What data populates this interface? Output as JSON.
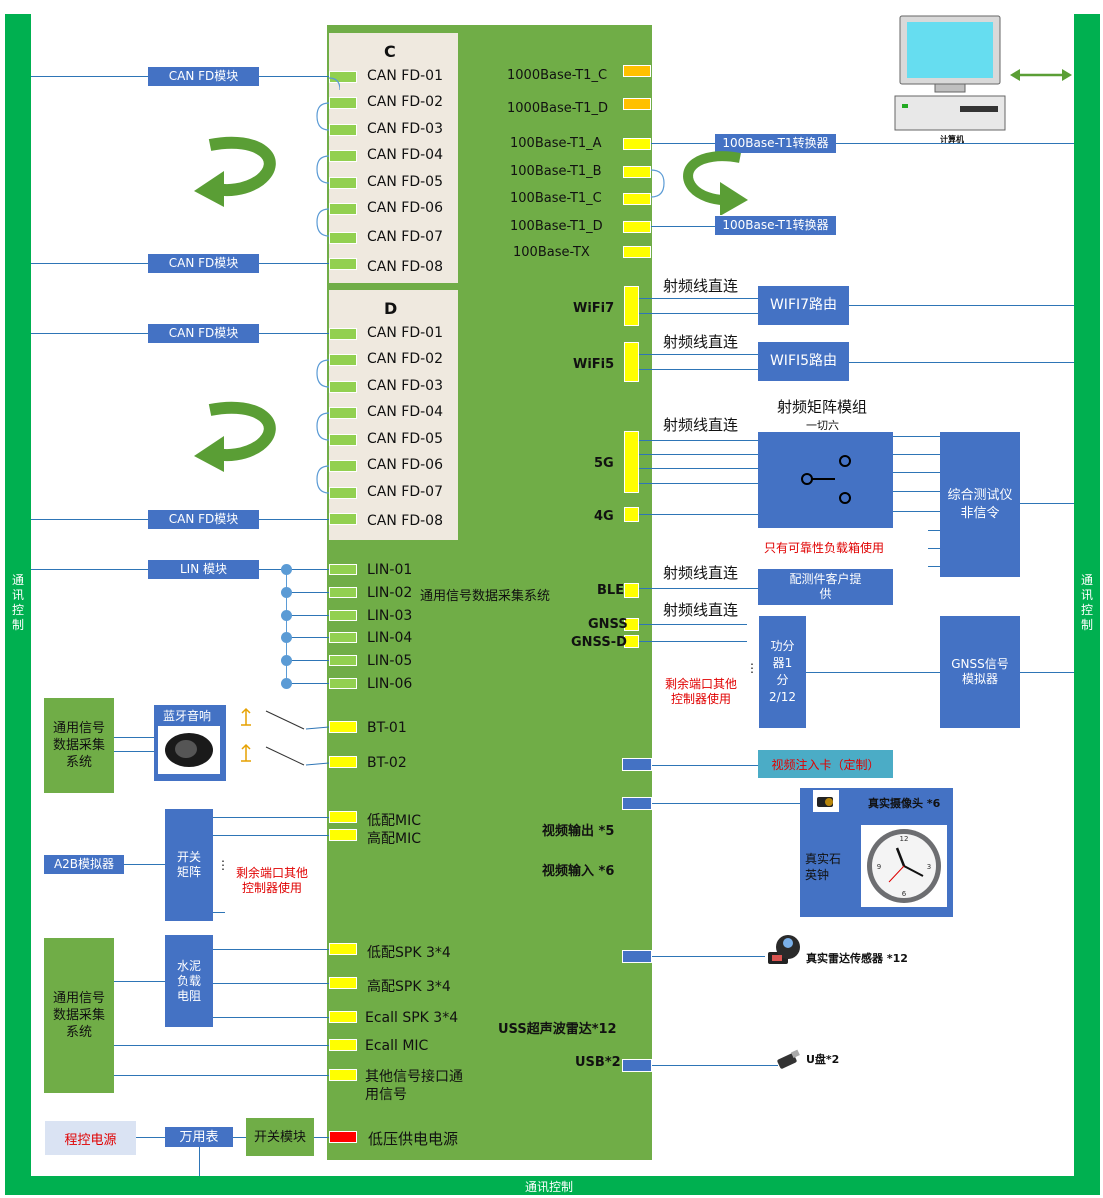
{
  "comm_bus": {
    "left_label": "通讯控制",
    "right_label": "通讯控制",
    "bottom_label": "通讯控制"
  },
  "panel_c": {
    "title": "C",
    "ports": [
      "CAN FD-01",
      "CAN FD-02",
      "CAN FD-03",
      "CAN FD-04",
      "CAN FD-05",
      "CAN FD-06",
      "CAN FD-07",
      "CAN FD-08"
    ]
  },
  "panel_d": {
    "title": "D",
    "ports": [
      "CAN FD-01",
      "CAN FD-02",
      "CAN FD-03",
      "CAN FD-04",
      "CAN FD-05",
      "CAN FD-06",
      "CAN FD-07",
      "CAN FD-08"
    ]
  },
  "canfd_module_label": "CAN FD模块",
  "lin": {
    "module_label": "LIN 模块",
    "ports": [
      "LIN-01",
      "LIN-02",
      "LIN-03",
      "LIN-04",
      "LIN-05",
      "LIN-06"
    ],
    "note": "通用信号数据采集系统"
  },
  "bt": {
    "ports": [
      "BT-01",
      "BT-02"
    ],
    "speaker_label": "蓝牙音响"
  },
  "daq_label": "通用信号数据采集系统",
  "audio": {
    "mic_ports": [
      "低配MIC",
      "高配MIC"
    ],
    "a2b_label": "A2B模拟器",
    "switch_matrix_label": "开关矩阵",
    "note": "剩余端口其他控制器使用"
  },
  "speaker": {
    "ports": [
      "低配SPK 3*4",
      "高配SPK 3*4",
      "Ecall SPK 3*4",
      "Ecall MIC"
    ],
    "other_port": "其他信号接口通用信号",
    "load_label": "水泥负载电阻"
  },
  "power": {
    "prog_label": "程控电源",
    "meter_label": "万用表",
    "switch_label": "开关模块",
    "port_label": "低压供电电源"
  },
  "eth": {
    "ports": [
      "1000Base-T1_C",
      "1000Base-T1_D",
      "100Base-T1_A",
      "100Base-T1_B",
      "100Base-T1_C",
      "100Base-T1_D",
      "100Base-TX"
    ],
    "converter_label": "100Base-T1转换器",
    "pc_label": "计算机"
  },
  "rf": {
    "direct_label": "射频线直连",
    "wifi7_port": "WiFi7",
    "wifi7_router": "WIFI7路由",
    "wifi5_port": "WiFi5",
    "wifi5_router": "WIFI5路由",
    "matrix_title": "射频矩阵模组",
    "matrix_sub": "一切六",
    "port_5g": "5G",
    "port_4g": "4G",
    "tester_label": "综合测试仪非信令",
    "only_note": "只有可靠性负载箱使用",
    "ble_port": "BLE",
    "ble_box": "配测件客户提供",
    "gnss_port": "GNSS",
    "gnssd_port": "GNSS-D",
    "splitter": "功分器1分2/12",
    "splitter_note": "剩余端口其他控制器使用",
    "gnss_sim": "GNSS信号模拟器"
  },
  "video": {
    "inject_card": "视频注入卡（定制）",
    "out_label": "视频输出 *5",
    "in_label": "视频输入 *6",
    "camera_label": "真实摄像头 *6",
    "clock_label": "真实石英钟"
  },
  "uss": {
    "label": "USS超声波雷达*12",
    "sensor_label": "真实雷达传感器 *12"
  },
  "usb": {
    "label": "USB*2",
    "disk_label": "U盘*2"
  }
}
